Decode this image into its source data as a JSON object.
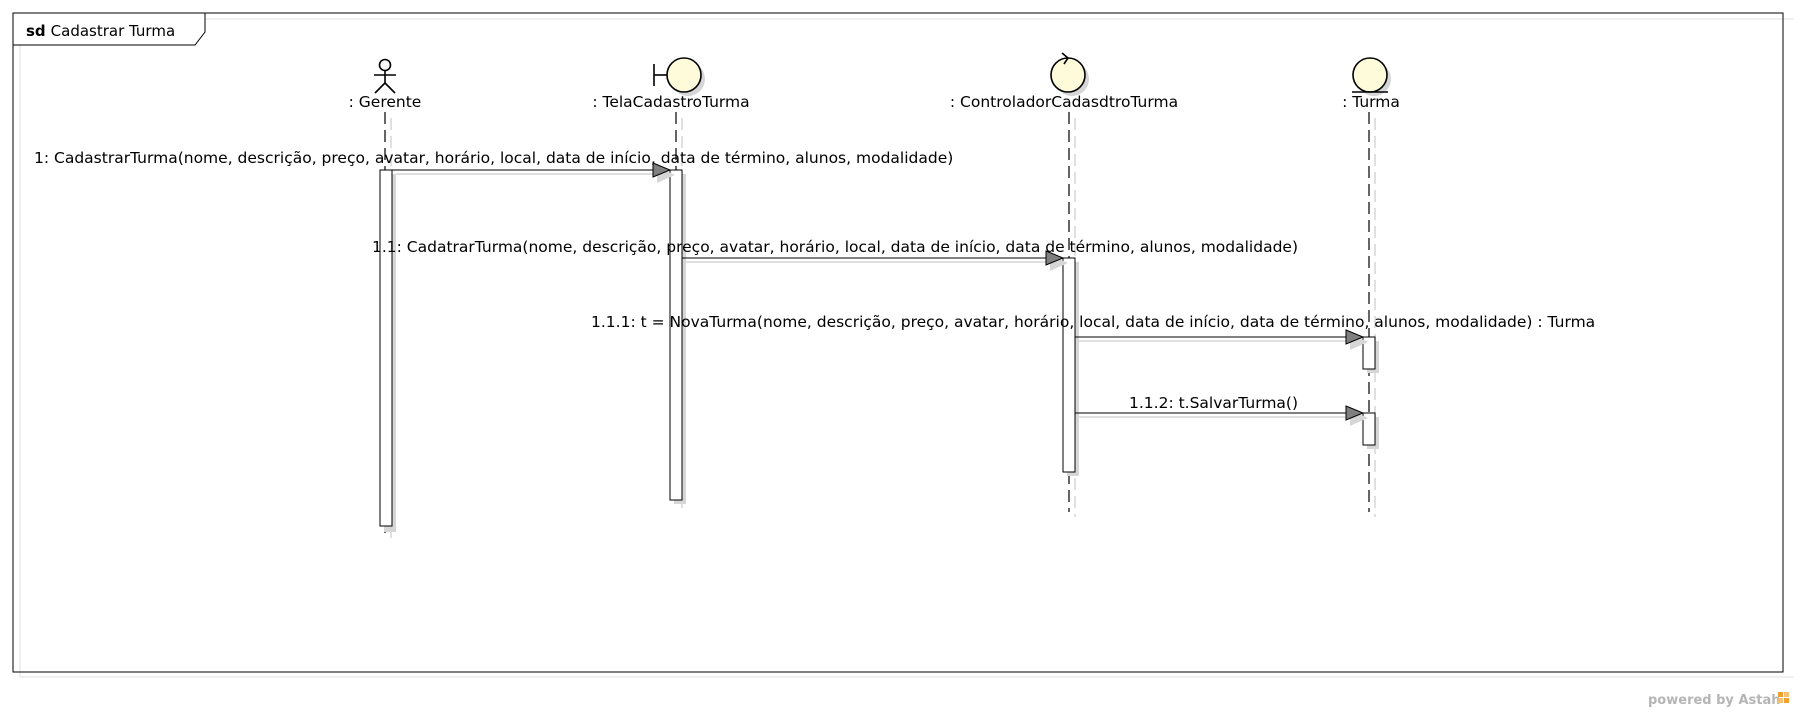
{
  "frame": {
    "keyword": "sd",
    "title": "Cadastrar Turma"
  },
  "lifelines": [
    {
      "kind": "actor",
      "label": ": Gerente"
    },
    {
      "kind": "boundary",
      "label": ": TelaCadastroTurma"
    },
    {
      "kind": "control",
      "label": ": ControladorCadasdtroTurma"
    },
    {
      "kind": "entity",
      "label": ": Turma"
    }
  ],
  "messages": [
    {
      "label": "1: CadastrarTurma(nome, descrição, preço, avatar, horário, local, data de início, data de término, alunos, modalidade)"
    },
    {
      "label": "1.1: CadatrarTurma(nome, descrição, preço, avatar, horário, local, data de início, data de término, alunos, modalidade)"
    },
    {
      "label": "1.1.1: t = NovaTurma(nome, descrição, preço, avatar, horário, local, data de início, data de término, alunos, modalidade) : Turma"
    },
    {
      "label": "1.1.2: t.SalvarTurma()"
    }
  ],
  "footer": {
    "prefix": "powered by ",
    "brand": "Astah"
  },
  "colors": {
    "line": "#000000",
    "shadow": "#d6d6d6",
    "icon_fill": "#fdfbd9",
    "arrow_fill": "#7f7f7f",
    "footer_text": "#b5b5b5",
    "footer_brand_icon": "#f0a030"
  }
}
